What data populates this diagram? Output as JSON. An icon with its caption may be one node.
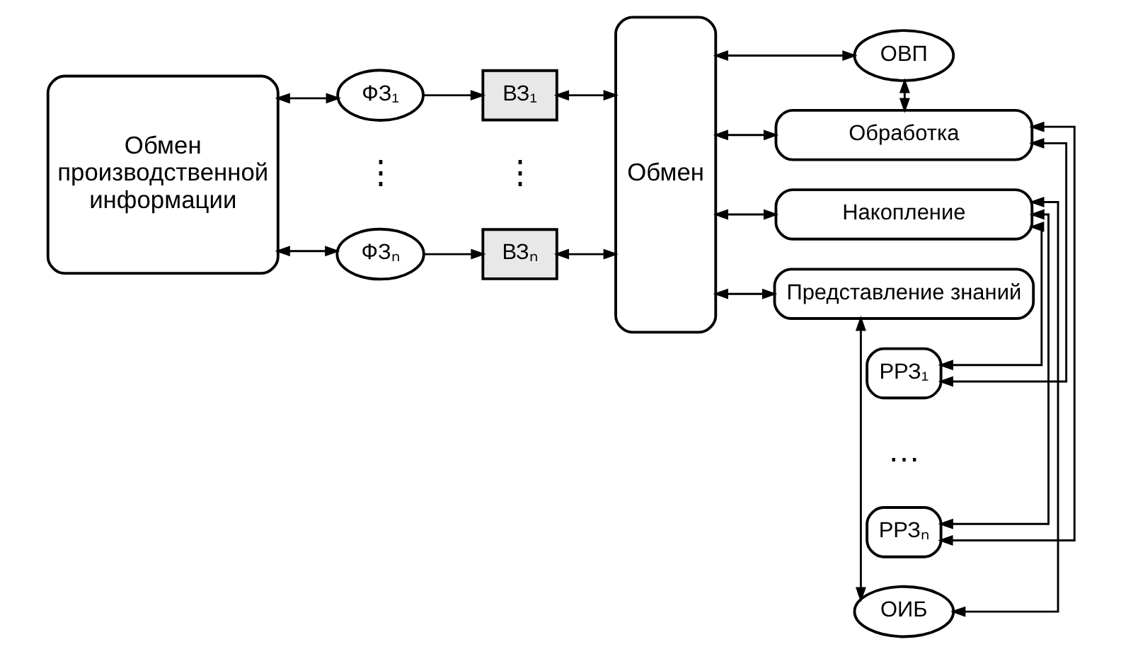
{
  "diagram": {
    "nodes": [
      {
        "text": [
          "Обмен производственной информации"
        ]
      },
      {
        "text": [
          "ФЗ₁"
        ]
      },
      {
        "text": [
          "ФЗₙ"
        ]
      },
      {
        "text": [
          "ВЗ₁"
        ]
      },
      {
        "text": [
          "ВЗₙ"
        ]
      },
      {
        "text": [
          "Обмен"
        ]
      },
      {
        "text": [
          "ОВП"
        ]
      },
      {
        "text": [
          "Обработка"
        ]
      },
      {
        "text": [
          "РРЗ₁"
        ]
      },
      {
        "text": [
          "РРЗₙ"
        ]
      },
      {
        "text": [
          "Накопление"
        ]
      },
      {
        "text": [
          "ОИБ"
        ]
      },
      {
        "text": [
          "Представление знаний"
        ]
      }
    ],
    "edges": [
      {
        "from": 0,
        "to": 1,
        "arrow": "both"
      },
      {
        "from": 0,
        "to": 2,
        "arrow": "both"
      },
      {
        "from": 1,
        "to": 3,
        "arrow": "to"
      },
      {
        "from": 2,
        "to": 4,
        "arrow": "to"
      },
      {
        "from": 3,
        "to": 5,
        "arrow": "both"
      },
      {
        "from": 4,
        "to": 5,
        "arrow": "both"
      },
      {
        "from": 5,
        "to": 6,
        "arrow": "both"
      },
      {
        "from": 5,
        "to": 7,
        "arrow": "both"
      },
      {
        "from": 6,
        "to": 7,
        "arrow": "both"
      },
      {
        "from": 7,
        "to": 8,
        "arrow": "both"
      },
      {
        "from": 7,
        "to": 9,
        "arrow": "both"
      },
      {
        "from": 8,
        "to": 10,
        "arrow": "both"
      },
      {
        "from": 9,
        "to": 10,
        "arrow": "both"
      },
      {
        "from": 5,
        "to": 10,
        "arrow": "both"
      },
      {
        "from": 10,
        "to": 11,
        "arrow": "both"
      },
      {
        "from": 11,
        "to": 12,
        "arrow": "both"
      },
      {
        "from": 5,
        "to": 12,
        "arrow": "both"
      }
    ],
    "labels": [
      "⋮",
      "⋮",
      "…"
    ]
  }
}
